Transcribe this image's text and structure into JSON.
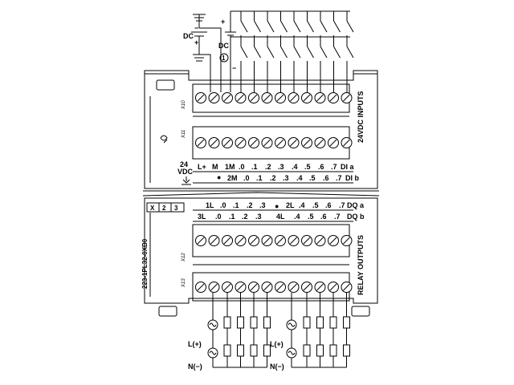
{
  "input_section": {
    "dc_label": "DC",
    "dc_minus": "−",
    "dc_plus": "+",
    "dc2_label": "DC",
    "dc2_plus": "+",
    "dc2_minus": "−",
    "circle_number": "1",
    "connector_top": "X10",
    "connector_bottom": "X11",
    "side_label": "24VDC INPUTS",
    "supply_label_line1": "24",
    "supply_label_line2": "VDC",
    "row_a": [
      "L+",
      "M",
      "1M",
      ".0",
      ".1",
      ".2",
      ".3",
      ".4",
      ".5",
      ".6",
      ".7",
      "DI a"
    ],
    "row_b": [
      "2M",
      ".0",
      ".1",
      ".2",
      ".3",
      ".4",
      ".5",
      ".6",
      ".7",
      "DI b"
    ]
  },
  "output_section": {
    "model_number": "223-1PL32-0XB0",
    "version_boxes": [
      "X",
      "2",
      "3"
    ],
    "connector_top": "X12",
    "connector_bottom": "X13",
    "side_label": "RELAY OUTPUTS",
    "row_a": [
      "1L",
      ".0",
      ".1",
      ".2",
      ".3",
      "2L",
      ".4",
      ".5",
      ".6",
      ".7",
      "DQ a"
    ],
    "row_b": [
      "3L",
      ".0",
      ".1",
      ".2",
      ".3",
      "4L",
      ".4",
      ".5",
      ".6",
      ".7",
      "DQ b"
    ],
    "left_source_plus": "L(+)",
    "left_source_minus": "N(−)",
    "right_source_plus": "L(+)",
    "right_source_minus": "N(−)"
  },
  "colors": {
    "line": "#000000",
    "fill": "#ffffff",
    "screw": "#ffffff"
  }
}
